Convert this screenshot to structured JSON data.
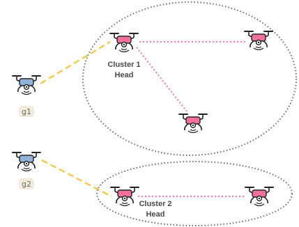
{
  "clusters": [
    {
      "head_label_line1": "Cluster 1",
      "head_label_line2": "Head",
      "outline_color": "#6b6b6b"
    },
    {
      "head_label_line1": "Cluster 2",
      "head_label_line2": "Head",
      "outline_color": "#6b6b6b"
    }
  ],
  "ground_nodes": [
    {
      "label": "g1",
      "tag_color": "#f3ecdc"
    },
    {
      "label": "g2",
      "tag_color": "#f3ecdc"
    }
  ],
  "colors": {
    "uplink": "#f5c542",
    "intra_cluster": "#f07bb8",
    "cluster_drone_body": "#f2709e",
    "ground_drone_body": "#8fb4d8",
    "outline": "#222222"
  },
  "icons": {
    "cluster_drone": "drone-icon",
    "ground_drone": "drone-icon"
  }
}
